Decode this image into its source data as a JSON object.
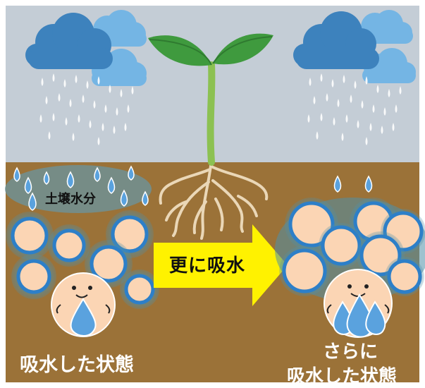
{
  "labels": {
    "soil_moisture": "土壌水分",
    "arrow_text": "更に吸水",
    "left_caption": "吸水した状態",
    "right_caption_line1": "さらに",
    "right_caption_line2": "吸水した状態"
  },
  "colors": {
    "sky": "#c4cdd6",
    "soil": "#9b7238",
    "cloud_dark": "#3d82bd",
    "cloud_light": "#74b5e4",
    "water_drop": "#5aa2de",
    "particle_fill": "#fbd5b4",
    "particle_ring": "#2d7fc8",
    "arrow": "#fff200",
    "leaf": "#3f9a3e",
    "stem": "#8cc152",
    "root": "#ead7b7"
  }
}
